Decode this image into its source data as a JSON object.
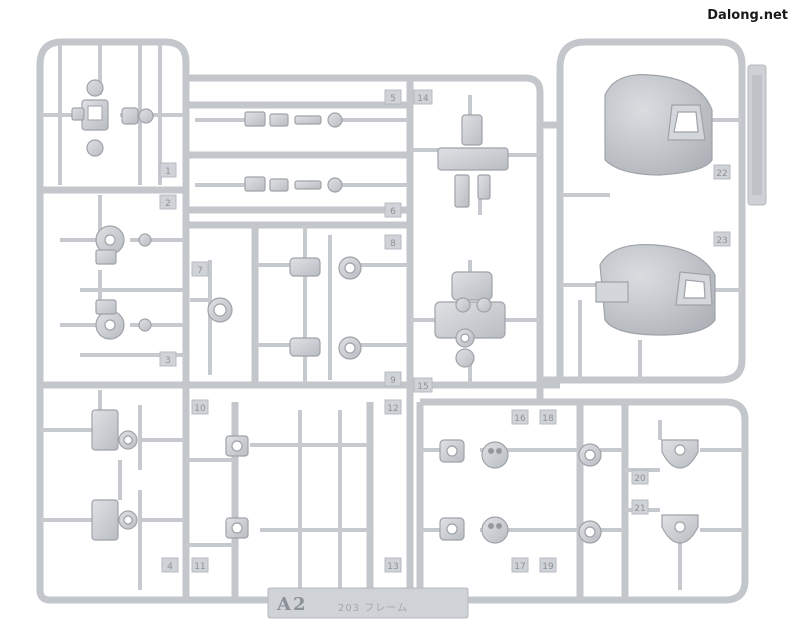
{
  "watermark": "Dalong.net",
  "plate": {
    "label": "A2",
    "sublabel": "203 フレーム"
  },
  "part_numbers": [
    "1",
    "2",
    "3",
    "4",
    "5",
    "6",
    "7",
    "8",
    "9",
    "10",
    "11",
    "12",
    "13",
    "14",
    "15",
    "16",
    "17",
    "18",
    "19",
    "20",
    "21",
    "22",
    "23"
  ],
  "colors": {
    "background": "#ffffff",
    "plastic": "#c9ccd1",
    "plastic_shadow": "#a9adb3",
    "plastic_highlight": "#dfe1e4",
    "watermark": "#1a1a1a"
  }
}
